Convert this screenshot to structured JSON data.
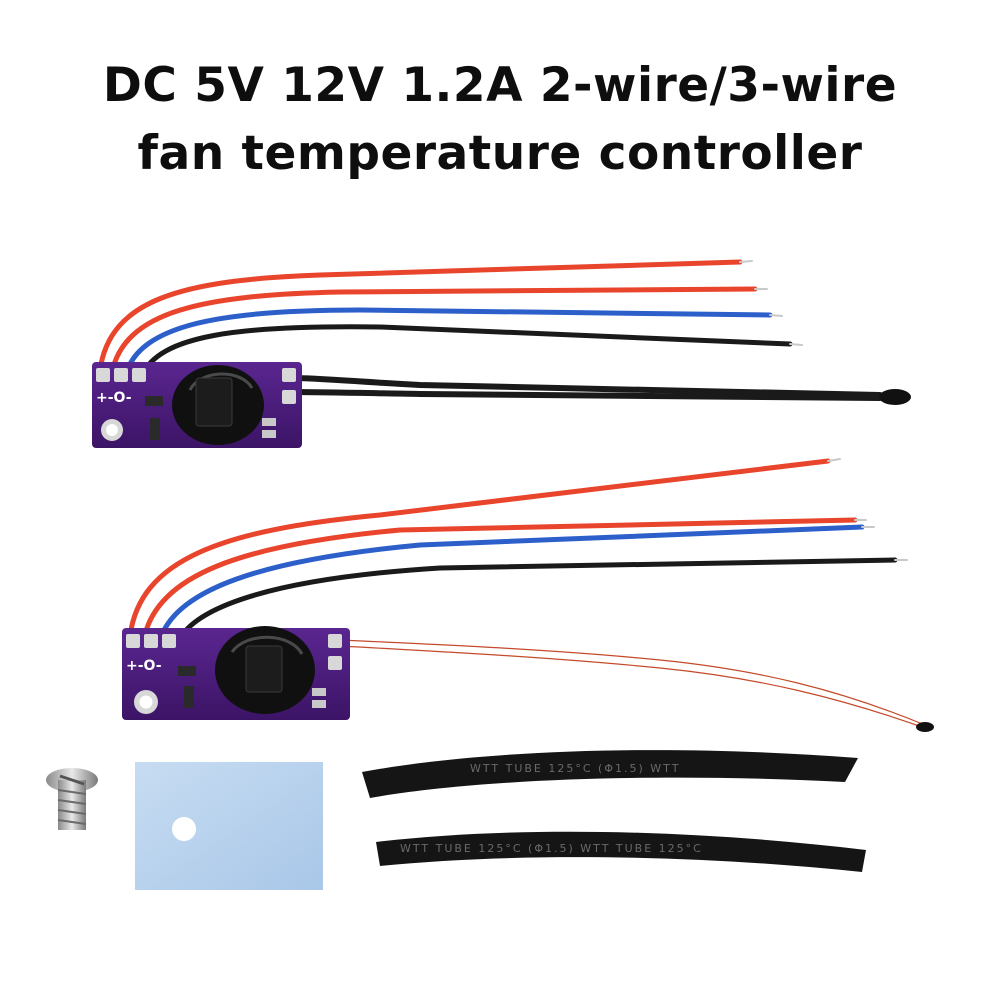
{
  "title": {
    "line1": "DC 5V 12V 1.2A 2-wire/3-wire",
    "line2": "fan temperature controller"
  },
  "board_markings": {
    "polarity_label": "+-O-"
  },
  "tube_markings": {
    "upper": "WTT TUBE 125°C (Φ1.5) WTT",
    "lower": "WTT TUBE 125°C (Φ1.5) WTT TUBE 125°C"
  },
  "colors": {
    "pcb": "#4b1d78",
    "wire_red": "#e8452c",
    "wire_blue": "#2c5fc9",
    "wire_black": "#1a1a1a",
    "thermal_pad": "#b9d3ee",
    "shrink_tube": "#151515"
  }
}
